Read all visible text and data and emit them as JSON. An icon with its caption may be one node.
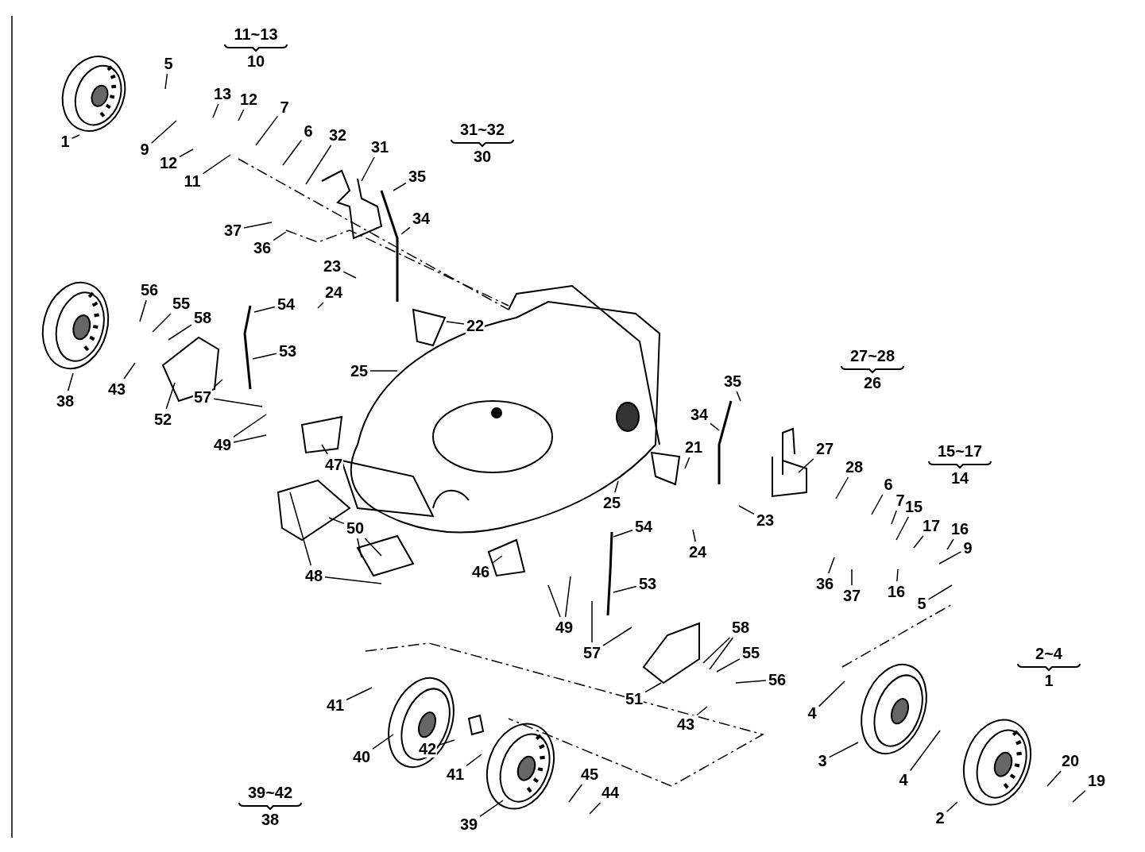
{
  "diagram": {
    "nodes": [
      {
        "text": [
          "1"
        ]
      },
      {
        "text": [
          "5"
        ]
      },
      {
        "text": [
          "13"
        ]
      },
      {
        "text": [
          "12"
        ]
      },
      {
        "text": [
          "9"
        ]
      },
      {
        "text": [
          "12"
        ]
      },
      {
        "text": [
          "11"
        ]
      },
      {
        "text": [
          "7"
        ]
      },
      {
        "text": [
          "6"
        ]
      },
      {
        "text": [
          "32"
        ]
      },
      {
        "text": [
          "31"
        ]
      },
      {
        "text": [
          "35"
        ]
      },
      {
        "text": [
          "34"
        ]
      },
      {
        "text": [
          "37"
        ]
      },
      {
        "text": [
          "36"
        ]
      },
      {
        "text": [
          "23"
        ]
      },
      {
        "text": [
          "24"
        ]
      },
      {
        "text": [
          "54"
        ]
      },
      {
        "text": [
          "56"
        ]
      },
      {
        "text": [
          "55"
        ]
      },
      {
        "text": [
          "58"
        ]
      },
      {
        "text": [
          "22"
        ]
      },
      {
        "text": [
          "53"
        ]
      },
      {
        "text": [
          "25"
        ]
      },
      {
        "text": [
          "38"
        ]
      },
      {
        "text": [
          "43"
        ]
      },
      {
        "text": [
          "52"
        ]
      },
      {
        "text": [
          "57"
        ]
      },
      {
        "text": [
          "49"
        ]
      },
      {
        "text": [
          "47"
        ]
      },
      {
        "text": [
          "21"
        ]
      },
      {
        "text": [
          "35"
        ]
      },
      {
        "text": [
          "34"
        ]
      },
      {
        "text": [
          "27"
        ]
      },
      {
        "text": [
          "28"
        ]
      },
      {
        "text": [
          "6"
        ]
      },
      {
        "text": [
          "7"
        ]
      },
      {
        "text": [
          "15"
        ]
      },
      {
        "text": [
          "17"
        ]
      },
      {
        "text": [
          "16"
        ]
      },
      {
        "text": [
          "9"
        ]
      },
      {
        "text": [
          "25"
        ]
      },
      {
        "text": [
          "23"
        ]
      },
      {
        "text": [
          "50"
        ]
      },
      {
        "text": [
          "24"
        ]
      },
      {
        "text": [
          "54"
        ]
      },
      {
        "text": [
          "48"
        ]
      },
      {
        "text": [
          "46"
        ]
      },
      {
        "text": [
          "53"
        ]
      },
      {
        "text": [
          "36"
        ]
      },
      {
        "text": [
          "37"
        ]
      },
      {
        "text": [
          "16"
        ]
      },
      {
        "text": [
          "5"
        ]
      },
      {
        "text": [
          "49"
        ]
      },
      {
        "text": [
          "58"
        ]
      },
      {
        "text": [
          "57"
        ]
      },
      {
        "text": [
          "55"
        ]
      },
      {
        "text": [
          "56"
        ]
      },
      {
        "text": [
          "51"
        ]
      },
      {
        "text": [
          "41"
        ]
      },
      {
        "text": [
          "4"
        ]
      },
      {
        "text": [
          "43"
        ]
      },
      {
        "text": [
          "40"
        ]
      },
      {
        "text": [
          "42"
        ]
      },
      {
        "text": [
          "3"
        ]
      },
      {
        "text": [
          "20"
        ]
      },
      {
        "text": [
          "41"
        ]
      },
      {
        "text": [
          "45"
        ]
      },
      {
        "text": [
          "4"
        ]
      },
      {
        "text": [
          "19"
        ]
      },
      {
        "text": [
          "39"
        ]
      },
      {
        "text": [
          "44"
        ]
      },
      {
        "text": [
          "2"
        ]
      },
      {
        "text": [
          "11~13",
          "10"
        ]
      },
      {
        "text": [
          "31~32",
          "30"
        ]
      },
      {
        "text": [
          "27~28",
          "26"
        ]
      },
      {
        "text": [
          "15~17",
          "14"
        ]
      },
      {
        "text": [
          "2~4",
          "1"
        ]
      },
      {
        "text": [
          "39~42",
          "38"
        ]
      }
    ],
    "edges": [
      {
        "from": 0,
        "to": null,
        "arrow": "none"
      },
      {
        "from": 1,
        "to": null,
        "arrow": "none"
      },
      {
        "from": 2,
        "to": null,
        "arrow": "none"
      },
      {
        "from": 3,
        "to": null,
        "arrow": "none"
      },
      {
        "from": 4,
        "to": null,
        "arrow": "none"
      },
      {
        "from": 5,
        "to": null,
        "arrow": "none"
      },
      {
        "from": 6,
        "to": null,
        "arrow": "none"
      },
      {
        "from": 7,
        "to": null,
        "arrow": "none"
      },
      {
        "from": 8,
        "to": null,
        "arrow": "none"
      },
      {
        "from": 9,
        "to": null,
        "arrow": "none"
      },
      {
        "from": 10,
        "to": null,
        "arrow": "none"
      },
      {
        "from": 11,
        "to": null,
        "arrow": "none"
      },
      {
        "from": 12,
        "to": null,
        "arrow": "none"
      },
      {
        "from": 13,
        "to": null,
        "arrow": "none"
      },
      {
        "from": 14,
        "to": null,
        "arrow": "none"
      },
      {
        "from": 15,
        "to": null,
        "arrow": "none"
      },
      {
        "from": 16,
        "to": null,
        "arrow": "none"
      },
      {
        "from": 17,
        "to": null,
        "arrow": "none"
      },
      {
        "from": 18,
        "to": null,
        "arrow": "none"
      },
      {
        "from": 19,
        "to": null,
        "arrow": "none"
      },
      {
        "from": 20,
        "to": null,
        "arrow": "none"
      },
      {
        "from": 21,
        "to": null,
        "arrow": "none"
      },
      {
        "from": 22,
        "to": null,
        "arrow": "none"
      },
      {
        "from": 23,
        "to": null,
        "arrow": "none"
      },
      {
        "from": 24,
        "to": null,
        "arrow": "none"
      },
      {
        "from": 25,
        "to": null,
        "arrow": "none"
      },
      {
        "from": 26,
        "to": null,
        "arrow": "none"
      },
      {
        "from": 27,
        "to": null,
        "arrow": "none"
      },
      {
        "from": 27,
        "to": null,
        "arrow": "none"
      },
      {
        "from": 28,
        "to": null,
        "arrow": "none"
      },
      {
        "from": 28,
        "to": null,
        "arrow": "none"
      },
      {
        "from": 29,
        "to": null,
        "arrow": "none"
      },
      {
        "from": 30,
        "to": null,
        "arrow": "none"
      },
      {
        "from": 31,
        "to": null,
        "arrow": "none"
      },
      {
        "from": 32,
        "to": null,
        "arrow": "none"
      },
      {
        "from": 33,
        "to": null,
        "arrow": "none"
      },
      {
        "from": 34,
        "to": null,
        "arrow": "none"
      },
      {
        "from": 35,
        "to": null,
        "arrow": "none"
      },
      {
        "from": 36,
        "to": null,
        "arrow": "none"
      },
      {
        "from": 37,
        "to": null,
        "arrow": "none"
      },
      {
        "from": 38,
        "to": null,
        "arrow": "none"
      },
      {
        "from": 39,
        "to": null,
        "arrow": "none"
      },
      {
        "from": 40,
        "to": null,
        "arrow": "none"
      },
      {
        "from": 41,
        "to": null,
        "arrow": "none"
      },
      {
        "from": 42,
        "to": null,
        "arrow": "none"
      },
      {
        "from": 43,
        "to": null,
        "arrow": "none"
      },
      {
        "from": 43,
        "to": null,
        "arrow": "none"
      },
      {
        "from": 43,
        "to": null,
        "arrow": "none"
      },
      {
        "from": 44,
        "to": null,
        "arrow": "none"
      },
      {
        "from": 45,
        "to": null,
        "arrow": "none"
      },
      {
        "from": 46,
        "to": null,
        "arrow": "none"
      },
      {
        "from": 46,
        "to": null,
        "arrow": "none"
      },
      {
        "from": 47,
        "to": null,
        "arrow": "none"
      },
      {
        "from": 48,
        "to": null,
        "arrow": "none"
      },
      {
        "from": 49,
        "to": null,
        "arrow": "none"
      },
      {
        "from": 50,
        "to": null,
        "arrow": "none"
      },
      {
        "from": 51,
        "to": null,
        "arrow": "none"
      },
      {
        "from": 52,
        "to": null,
        "arrow": "none"
      },
      {
        "from": 53,
        "to": null,
        "arrow": "none"
      },
      {
        "from": 53,
        "to": null,
        "arrow": "none"
      },
      {
        "from": 54,
        "to": null,
        "arrow": "none"
      },
      {
        "from": 54,
        "to": null,
        "arrow": "none"
      },
      {
        "from": 55,
        "to": null,
        "arrow": "none"
      },
      {
        "from": 55,
        "to": null,
        "arrow": "none"
      },
      {
        "from": 56,
        "to": null,
        "arrow": "none"
      },
      {
        "from": 57,
        "to": null,
        "arrow": "none"
      },
      {
        "from": 58,
        "to": null,
        "arrow": "none"
      },
      {
        "from": 59,
        "to": null,
        "arrow": "none"
      },
      {
        "from": 60,
        "to": null,
        "arrow": "none"
      },
      {
        "from": 61,
        "to": null,
        "arrow": "none"
      },
      {
        "from": 62,
        "to": null,
        "arrow": "none"
      },
      {
        "from": 63,
        "to": null,
        "arrow": "none"
      },
      {
        "from": 64,
        "to": null,
        "arrow": "none"
      },
      {
        "from": 65,
        "to": null,
        "arrow": "none"
      },
      {
        "from": 66,
        "to": null,
        "arrow": "none"
      },
      {
        "from": 67,
        "to": null,
        "arrow": "none"
      },
      {
        "from": 68,
        "to": null,
        "arrow": "none"
      },
      {
        "from": 69,
        "to": null,
        "arrow": "none"
      },
      {
        "from": 70,
        "to": null,
        "arrow": "none"
      },
      {
        "from": 71,
        "to": null,
        "arrow": "none"
      },
      {
        "from": 72,
        "to": null,
        "arrow": "none"
      }
    ]
  }
}
